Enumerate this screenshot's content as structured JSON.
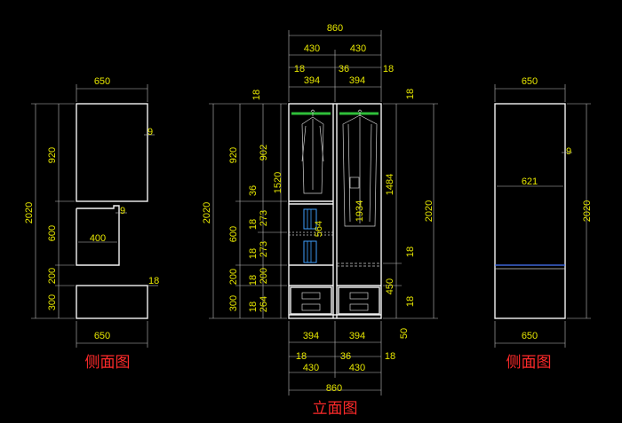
{
  "captions": {
    "left_side": "侧面图",
    "front": "立面图",
    "right_side": "侧面图"
  },
  "left_view": {
    "top_width": "650",
    "bottom_width": "650",
    "total_height": "2020",
    "h_920": "920",
    "h_600": "600",
    "h_200": "200",
    "h_300": "300",
    "depth_400": "400",
    "t_9a": "9",
    "t_9b": "9",
    "t_18": "18"
  },
  "front_view": {
    "overall_top": "860",
    "half_l_top": "430",
    "half_r_top": "430",
    "side_18_l_top": "18",
    "mid_36_top": "36",
    "side_18_r_top": "18",
    "inner_l_top": "394",
    "inner_r_top": "394",
    "overall_bottom": "860",
    "half_l_bottom": "430",
    "half_r_bottom": "430",
    "side_18_l_bottom": "18",
    "mid_36_bottom": "36",
    "side_18_r_bottom": "18",
    "inner_l_bottom": "394",
    "inner_r_bottom": "394",
    "left_total": "2020",
    "left_920": "920",
    "left_600": "600",
    "left_200": "200",
    "left_300": "300",
    "in_18_top": "18",
    "in_902": "902",
    "in_36": "36",
    "in_1520": "1520",
    "in_18_a": "18",
    "in_273_a": "273",
    "in_18_b": "18",
    "in_273_b": "273",
    "in_18_c": "18",
    "in_200": "200",
    "in_18_d": "18",
    "in_264": "264",
    "mid_1934": "1934",
    "mid_564": "564",
    "right_18_top": "18",
    "right_1484": "1484",
    "right_total": "2020",
    "right_18_mid": "18",
    "right_450": "450",
    "right_18_low": "18",
    "right_50": "50"
  },
  "right_view": {
    "top_width": "650",
    "bottom_width": "650",
    "total_height": "2020",
    "inner_621": "621",
    "t_9": "9"
  }
}
